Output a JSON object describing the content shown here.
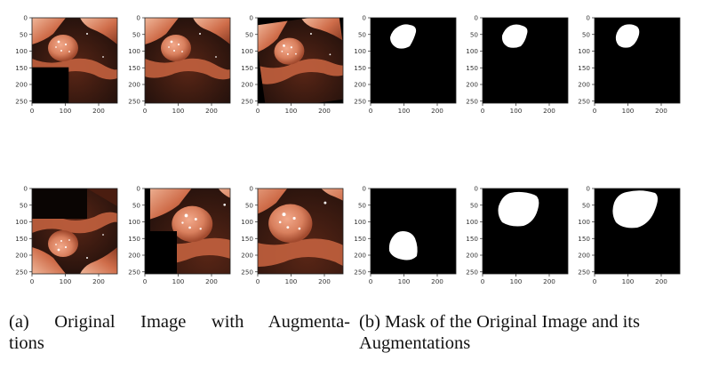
{
  "figure": {
    "axis": {
      "yticks": [
        "0",
        "50",
        "100",
        "150",
        "200",
        "250"
      ],
      "xticks": [
        "0",
        "100",
        "200"
      ],
      "ytick_values": [
        0,
        50,
        100,
        150,
        200,
        250
      ],
      "xtick_values": [
        0,
        100,
        200
      ],
      "range": [
        0,
        256
      ]
    },
    "colors": {
      "tissue_light": "#f0b79a",
      "tissue_mid": "#cf6d4a",
      "tissue_dark": "#6e2a1a",
      "background_dark": "#1e0f0b",
      "mask_background": "#000000",
      "mask_foreground": "#ffffff"
    },
    "panels": [
      {
        "id": "img-1",
        "kind": "image",
        "variant": "orig-black-bottom-left",
        "mask_tl": [
          0.0,
          0.58,
          0.43,
          1.0
        ]
      },
      {
        "id": "img-2",
        "kind": "image",
        "variant": "original"
      },
      {
        "id": "img-3",
        "kind": "image",
        "variant": "rotated"
      },
      {
        "id": "img-4",
        "kind": "image",
        "variant": "flipped-shifted"
      },
      {
        "id": "img-5",
        "kind": "image",
        "variant": "zoomed-shifted"
      },
      {
        "id": "img-6",
        "kind": "image",
        "variant": "zoomed"
      },
      {
        "id": "mask-1",
        "kind": "mask",
        "variant": "mask-1"
      },
      {
        "id": "mask-2",
        "kind": "mask",
        "variant": "mask-2"
      },
      {
        "id": "mask-3",
        "kind": "mask",
        "variant": "mask-3"
      },
      {
        "id": "mask-4",
        "kind": "mask",
        "variant": "mask-4"
      },
      {
        "id": "mask-5",
        "kind": "mask",
        "variant": "mask-5"
      },
      {
        "id": "mask-6",
        "kind": "mask",
        "variant": "mask-6"
      }
    ],
    "captions": {
      "a": {
        "line1": "(a)  Original  Image  with  Augmenta-",
        "line2": "tions"
      },
      "b": {
        "line1": "(b) Mask of the Original Image and its",
        "line2": "Augmentations"
      }
    }
  }
}
